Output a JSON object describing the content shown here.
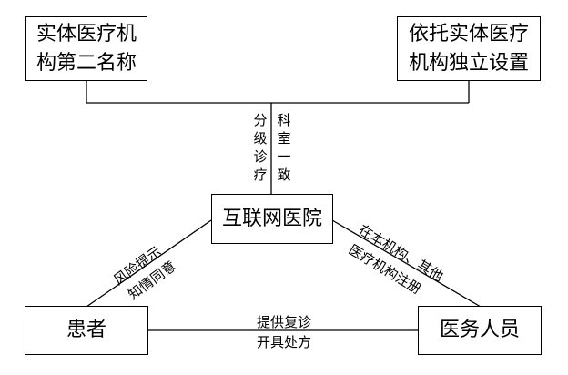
{
  "nodes": {
    "entity_second_name": {
      "line1": "实体医疗机",
      "line2": "构第二名称"
    },
    "entity_independent": {
      "line1": "依托实体医疗",
      "line2": "机构独立设置"
    },
    "internet_hospital": {
      "label": "互联网医院"
    },
    "patient": {
      "label": "患者"
    },
    "medical_staff": {
      "label": "医务人员"
    }
  },
  "edge_labels": {
    "top_left_column": "分级诊疗",
    "top_right_column": "科室一致",
    "risk": "风险提示",
    "consent": "知情同意",
    "register_line1": "在本机构、其他",
    "register_line2": "医疗机构注册",
    "provide": "提供复诊",
    "prescribe": "开具处方"
  },
  "colors": {
    "line": "#000000",
    "background": "#ffffff"
  }
}
